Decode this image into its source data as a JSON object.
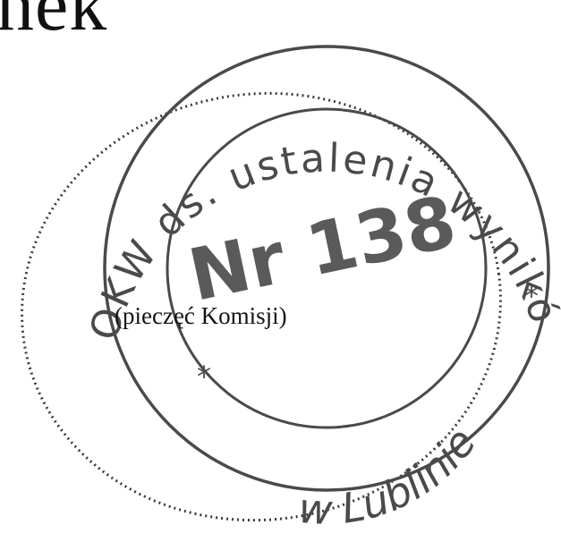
{
  "document": {
    "heading_fragment": "nek",
    "seal_caption": "(pieczęć Komisji)"
  },
  "stamp": {
    "ring_text": "OKW ds. ustalenia wyników",
    "bottom_text": "w Lublinie",
    "number": "Nr 138",
    "star": "*",
    "ink_color": "#4a4a4a"
  }
}
